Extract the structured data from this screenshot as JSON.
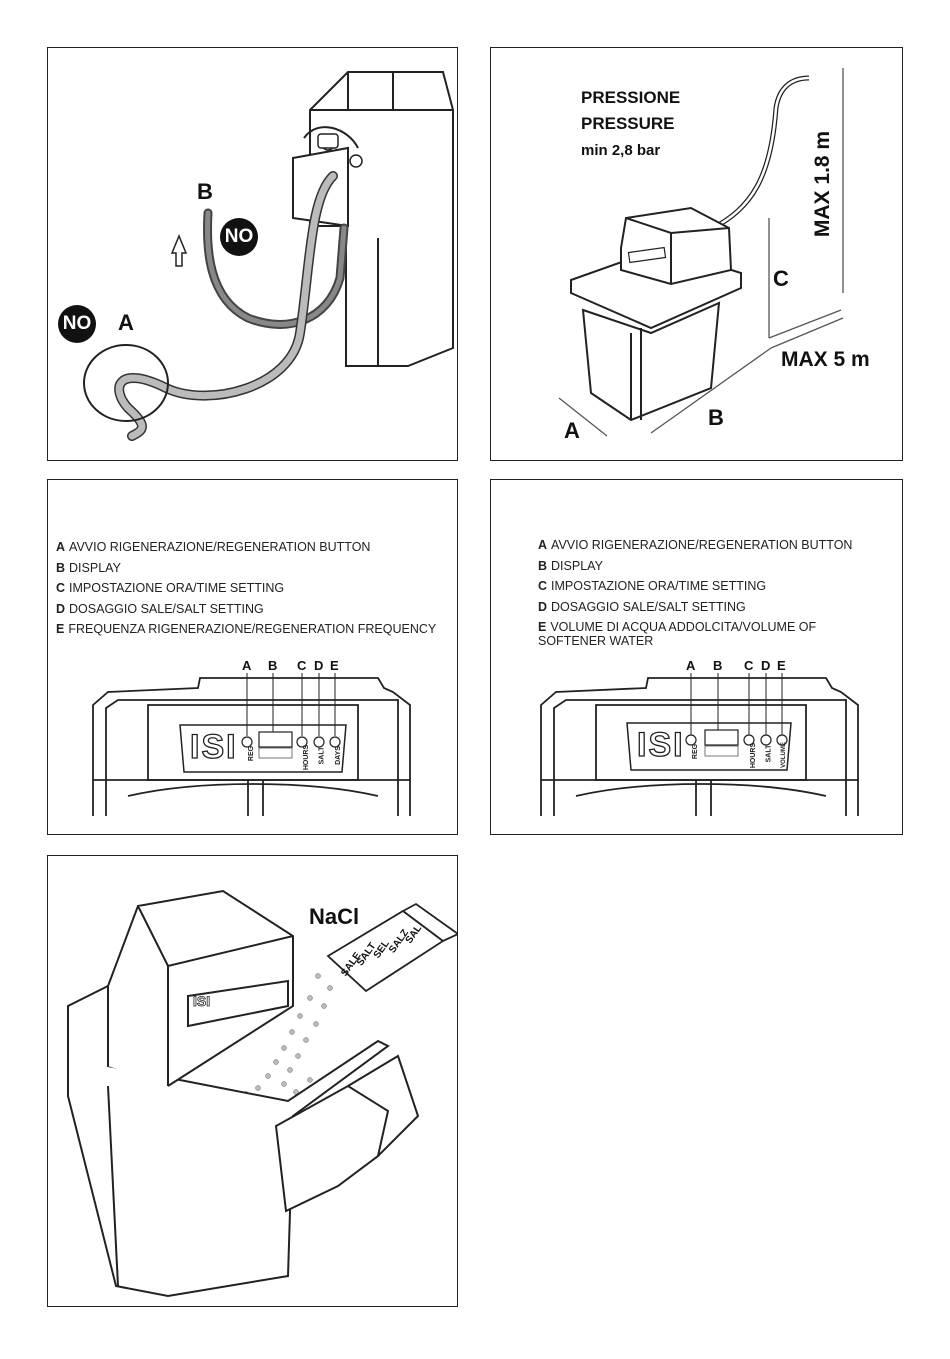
{
  "panel1": {
    "label_b": "B",
    "label_a": "A",
    "no_badge_1": "NO",
    "no_badge_2": "NO"
  },
  "panel2": {
    "pressure_it": "PRESSIONE",
    "pressure_en": "PRESSURE",
    "pressure_min": "min 2,8  bar",
    "max_height": "MAX 1.8 m",
    "max_length": "MAX 5 m",
    "label_a": "A",
    "label_b": "B",
    "label_c": "C"
  },
  "panel3": {
    "legend": [
      {
        "key": "A",
        "text": "AVVIO RIGENERAZIONE/REGENERATION BUTTON"
      },
      {
        "key": "B",
        "text": "DISPLAY"
      },
      {
        "key": "C",
        "text": "IMPOSTAZIONE ORA/TIME SETTING"
      },
      {
        "key": "D",
        "text": "DOSAGGIO SALE/SALT SETTING"
      },
      {
        "key": "E",
        "text": "FREQUENZA RIGENERAZIONE/REGENERATION FREQUENCY"
      }
    ],
    "callouts": [
      "A",
      "B",
      "C",
      "D",
      "E"
    ],
    "brand": "ISI",
    "buttons": [
      "REG",
      "HOURS",
      "SALT",
      "DAYS"
    ]
  },
  "panel4": {
    "legend": [
      {
        "key": "A",
        "text": "AVVIO RIGENERAZIONE/REGENERATION BUTTON"
      },
      {
        "key": "B",
        "text": "DISPLAY"
      },
      {
        "key": "C",
        "text": "IMPOSTAZIONE ORA/TIME SETTING"
      },
      {
        "key": "D",
        "text": "DOSAGGIO SALE/SALT SETTING"
      },
      {
        "key": "E",
        "text": "VOLUME DI ACQUA ADDOLCITA/VOLUME OF SOFTENER WATER"
      }
    ],
    "callouts": [
      "A",
      "B",
      "C",
      "D",
      "E"
    ],
    "brand": "ISI",
    "buttons": [
      "REG",
      "HOURS",
      "SALT",
      "VOLUME"
    ]
  },
  "panel5": {
    "nacl": "NaCl",
    "box_words": [
      "SALE",
      "SALT",
      "SEL",
      "SALZ",
      "SAL"
    ],
    "brand": "ISI"
  }
}
